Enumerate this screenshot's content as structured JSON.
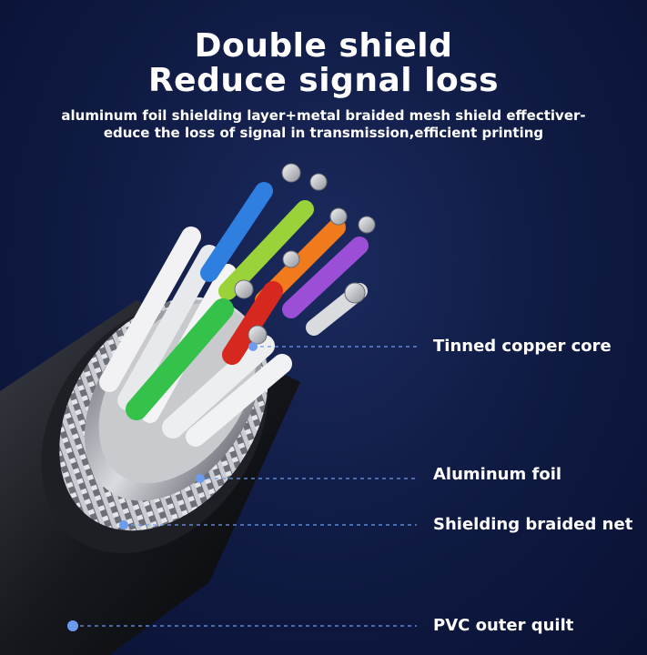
{
  "headline": {
    "line1": "Double shield",
    "line2": "Reduce signal loss"
  },
  "description": {
    "line1": "aluminum foil shielding layer+metal braided mesh shield effectiver-",
    "line2": "educe the loss of signal in transmission,efficient printing"
  },
  "callouts": [
    {
      "label": "Tinned copper core"
    },
    {
      "label": "Aluminum foil"
    },
    {
      "label": "Shielding braided net"
    },
    {
      "label": "PVC outer quilt"
    }
  ],
  "colors": {
    "background": "#0f1a42",
    "accent": "#6c9cf0",
    "text": "#ffffff"
  }
}
